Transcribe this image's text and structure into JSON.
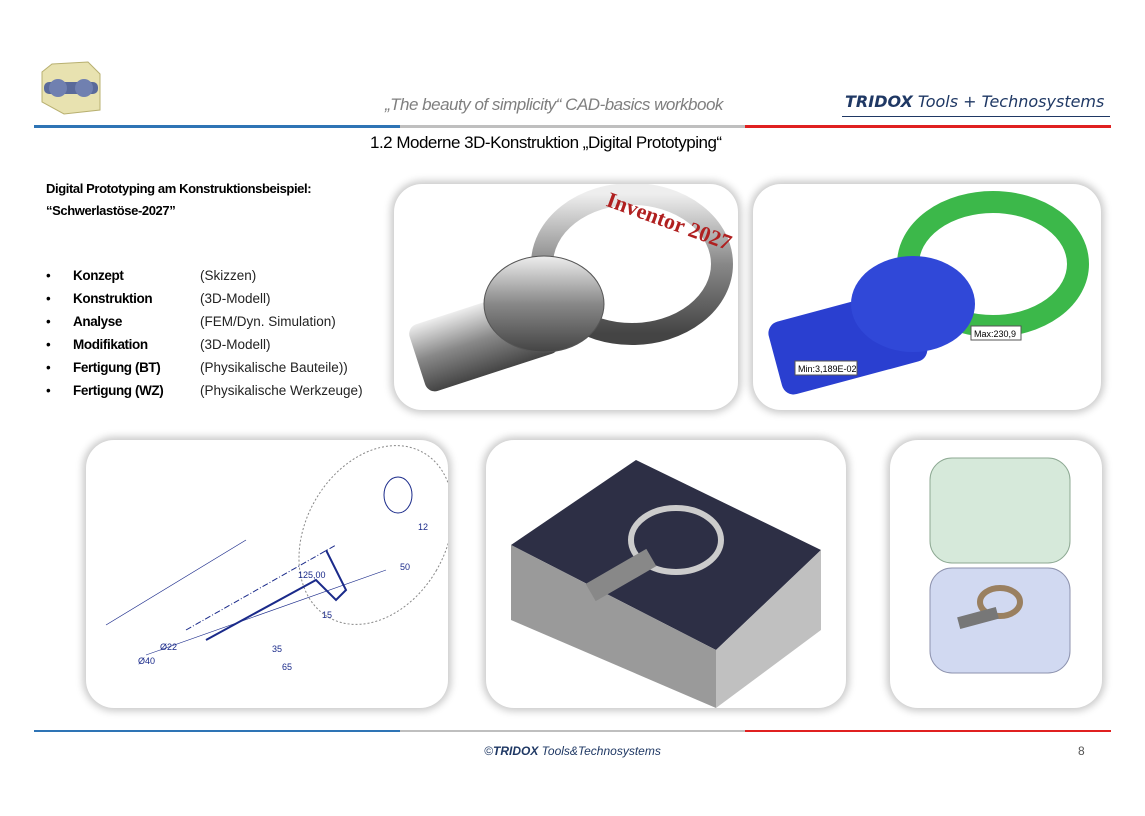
{
  "header": {
    "subtitle": "„The beauty of simplicity“ CAD-basics workbook",
    "brand_bold": "TRIDOX",
    "brand_rest": " Tools + Technosystems",
    "colors": {
      "blue": "#2e74b5",
      "gray": "#bfbfbf",
      "red": "#e02020"
    }
  },
  "title": "1.2  Moderne 3D-Konstruktion „Digital Prototyping“",
  "intro": {
    "line1": "Digital Prototyping am Konstruktionsbeispiel:",
    "line2": "“Schwerlastöse-2027”"
  },
  "list": [
    {
      "bullet": "•",
      "term": "Konzept",
      "desc": "(Skizzen)"
    },
    {
      "bullet": "•",
      "term": "Konstruktion",
      "desc": "(3D-Modell)"
    },
    {
      "bullet": "•",
      "term": "Analyse",
      "desc": "(FEM/Dyn. Simulation)"
    },
    {
      "bullet": "•",
      "term": "Modifikation",
      "desc": "(3D-Modell)"
    },
    {
      "bullet": "•",
      "term": "Fertigung (BT)",
      "desc": " (Physikalische Bauteile))"
    },
    {
      "bullet": "•",
      "term": "Fertigung (WZ)",
      "desc": "(Physikalische Werkzeuge)"
    }
  ],
  "images": {
    "render_label": "Inventor 2027",
    "fem_max": "Max:230,9",
    "fem_min": "Min:3,189E-02",
    "sketch_dims": {
      "d125": "125,00",
      "d50": "50",
      "d12": "12",
      "d15": "15",
      "d35": "35",
      "d65": "65",
      "d22": "Ø22",
      "d40": "Ø40"
    }
  },
  "footer": {
    "copyright": "©",
    "brand_bold": "TRIDOX",
    "brand_rest": " Tools&Technosystems",
    "page": "8"
  }
}
